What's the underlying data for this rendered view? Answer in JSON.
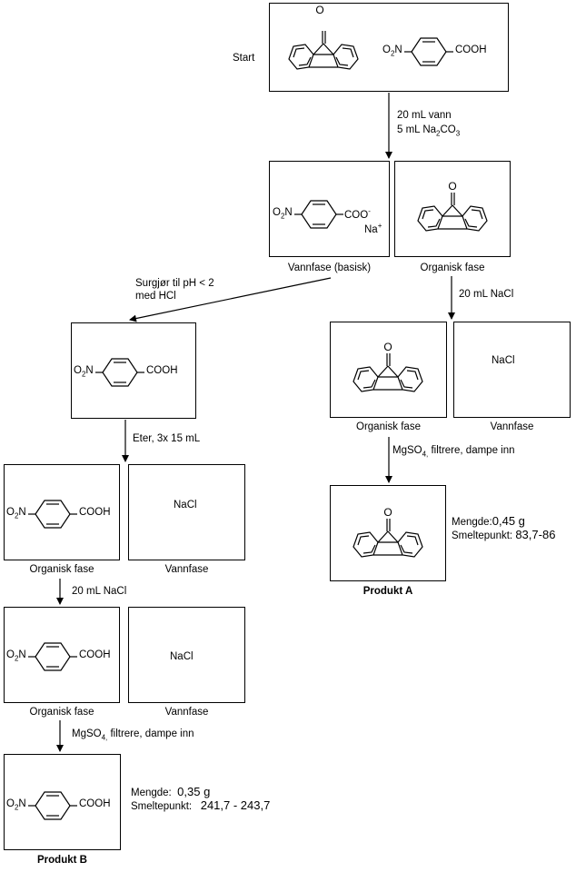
{
  "start_label": "Start",
  "step1": {
    "line1": "20 mL vann",
    "line2_pre": "5 mL Na",
    "line2_sub1": "2",
    "line2_mid": "CO",
    "line2_sub2": "3"
  },
  "labels": {
    "vannfase_basisk": "Vannfase (basisk)",
    "organisk_fase": "Organisk fase",
    "vannfase": "Vannfase"
  },
  "acidify": {
    "line1": "Surgjør til pH < 2",
    "line2": "med HCl"
  },
  "ether": "Eter, 3x 15 mL",
  "nacl_wash": "20 mL NaCl",
  "dry": {
    "pre": "MgSO",
    "sub": "4,",
    "post": " filtrere, dampe inn"
  },
  "nacl": "NaCl",
  "chem": {
    "o2n_o": "O",
    "o2n_sub": "2",
    "o2n_n": "N",
    "cooh": "COOH",
    "coo": "COO",
    "coo_charge": "-",
    "na": "Na",
    "na_charge": "+",
    "ketone_o": "O"
  },
  "product_a": {
    "title": "Produkt A",
    "mengde_label": "Mengde:",
    "mengde_value": "0,45 g",
    "smelte_label": "Smeltepunkt:",
    "smelte_value": "83,7-86"
  },
  "product_b": {
    "title": "Produkt B",
    "mengde_label": "Mengde:",
    "mengde_value": "0,35 g",
    "smelte_label": "Smeltepunkt:",
    "smelte_value": "241,7 - 243,7"
  }
}
